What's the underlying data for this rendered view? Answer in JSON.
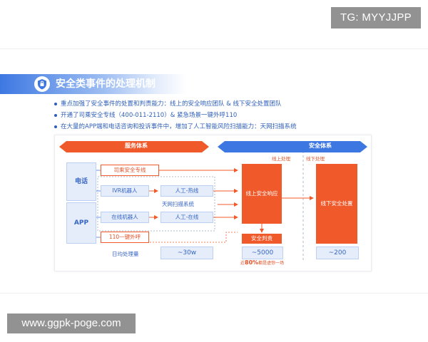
{
  "watermarks": {
    "top": "TG: MYYJJPP",
    "bottom": "www.ggpk-poge.com"
  },
  "title": "安全类事件的处理机制",
  "bullets": [
    "重点加强了安全事件的处置和判责能力：线上的安全响应团队 & 线下安全处置团队",
    "开通了司乘安全专线（400-011-2110）& 紧急场景一键外呼110",
    "在大量的APP端和电话咨询和投诉事件中，增加了人工智能风险扫描能力：天网扫描系统"
  ],
  "diagram": {
    "service_system": "服务体系",
    "security_system": "安全体系",
    "online_handling": "线上处理",
    "offline_handling": "线下处理",
    "phone": "电话",
    "app": "APP",
    "hotline": "司乘安全专线",
    "ivr_robot": "IVR机器人",
    "manual_hotline": "人工-热线",
    "skynet": "天网扫描系统",
    "online_robot": "在线机器人",
    "manual_online": "人工-在线",
    "one_click": "110一键外呼",
    "daily_volume": "日均处理量",
    "vol_service": "~30w",
    "online_response": "线上安全响应",
    "security_judgment": "安全判责",
    "vol_online": "~5000",
    "note_prefix": "近",
    "note_percent": "80%",
    "note_suffix": "都是虚惊一场",
    "offline_disposal": "线下安全处置",
    "vol_offline": "~200"
  },
  "colors": {
    "accent_blue": "#3d78e2",
    "accent_orange": "#f0592a",
    "light_blue": "#e5edfb"
  }
}
